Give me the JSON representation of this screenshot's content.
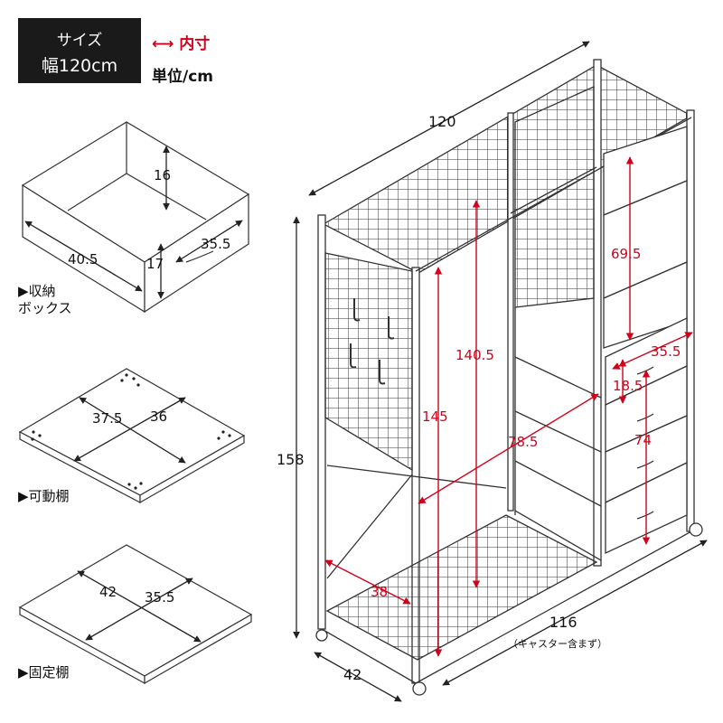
{
  "size_box": {
    "line1": "サイズ",
    "line2": "幅120cm"
  },
  "legend": "⟷ 内寸",
  "unit": "単位/cm",
  "box": {
    "label_line1": "▶収納",
    "label_line2": "ボックス",
    "dims": {
      "height": "16",
      "width": "40.5",
      "depth_height": "17",
      "depth": "35.5"
    }
  },
  "movable_shelf": {
    "label": "▶可動棚",
    "dims": {
      "width": "37.5",
      "depth": "36"
    }
  },
  "fixed_shelf": {
    "label": "▶固定棚",
    "dims": {
      "width": "42",
      "depth": "35.5"
    }
  },
  "rack": {
    "dims": {
      "top_width": "120",
      "height_total": "158",
      "hang_inner": "145",
      "shelf_section": "140.5",
      "right_top": "69.5",
      "drawer_depth": "35.5",
      "drawer_h": "18.5",
      "drawer_column": "74",
      "diag_inner": "78.5",
      "bottom_inner": "38",
      "base_width": "116",
      "base_note": "（キャスター含まず）",
      "base_depth": "42"
    }
  },
  "colors": {
    "accent": "#d0021b",
    "dark": "#1a1a1a",
    "line": "#333333"
  }
}
